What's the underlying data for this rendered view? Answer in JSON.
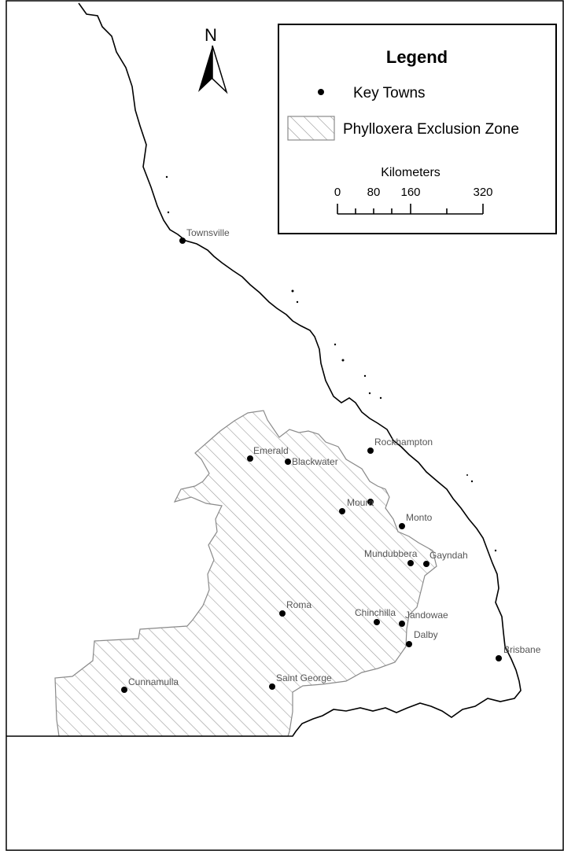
{
  "north_arrow": {
    "letter": "N"
  },
  "legend": {
    "title": "Legend",
    "items": [
      {
        "symbol": "dot",
        "label": "Key Towns"
      },
      {
        "symbol": "hatched-box",
        "label": "Phylloxera Exclusion Zone"
      }
    ],
    "scale_bar": {
      "units": "Kilometers",
      "ticks": [
        "0",
        "80",
        "160",
        "320"
      ]
    }
  },
  "towns": [
    {
      "name": "Townsville"
    },
    {
      "name": "Rockhampton"
    },
    {
      "name": "Emerald"
    },
    {
      "name": "Blackwater"
    },
    {
      "name": "Moura"
    },
    {
      "name": "Monto"
    },
    {
      "name": "Mundubbera"
    },
    {
      "name": "Gayndah"
    },
    {
      "name": "Roma"
    },
    {
      "name": "Chinchilla"
    },
    {
      "name": "Jandowae"
    },
    {
      "name": "Dalby"
    },
    {
      "name": "Brisbane"
    },
    {
      "name": "Cunnamulla"
    },
    {
      "name": "Saint George"
    }
  ],
  "colors": {
    "coastline": "#000000",
    "zone_outline": "#8a8a8a",
    "zone_hatch": "#9a9a9a",
    "town_dot": "#000000",
    "label": "#555555"
  }
}
